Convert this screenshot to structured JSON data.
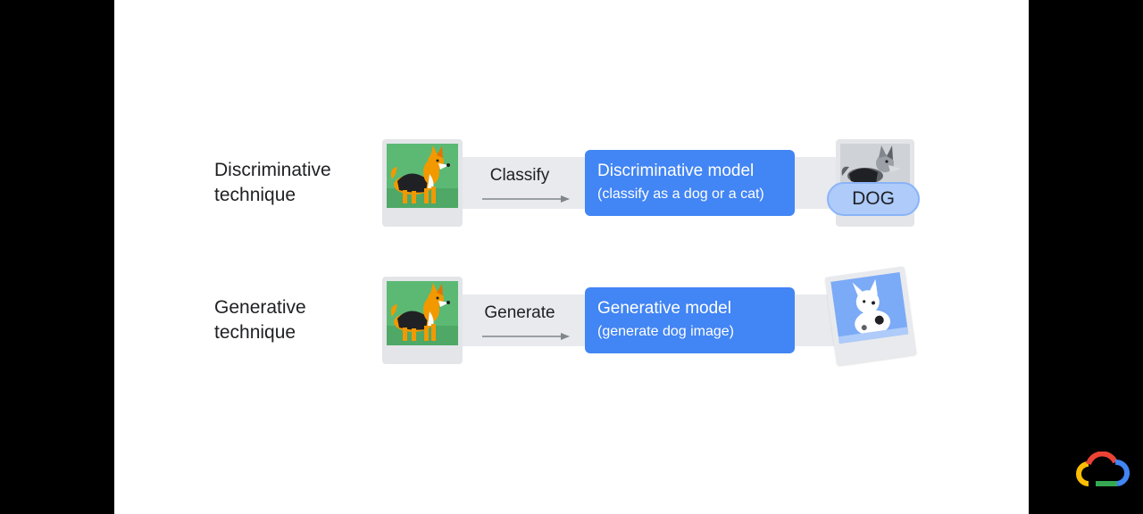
{
  "rows": [
    {
      "technique": [
        "Discriminative",
        "technique"
      ],
      "action": "Classify",
      "model_title": "Discriminative model",
      "model_subtitle": "(classify as a dog or a cat)",
      "output_badge": "DOG"
    },
    {
      "technique": [
        "Generative",
        "technique"
      ],
      "action": "Generate",
      "model_title": "Generative model",
      "model_subtitle": "(generate dog image)"
    }
  ],
  "icons": {
    "input_image": "dog-illustration-icon",
    "output_image_discriminative": "husky-illustration-icon",
    "output_image_generative": "spotted-dog-illustration-icon",
    "logo": "google-cloud-logo-icon"
  },
  "colors": {
    "model_box": "#4285f4",
    "badge": "#aecbfa",
    "band": "#e8eaed",
    "input_bg": "#5bb974",
    "generated_bg": "#7baaf7"
  }
}
